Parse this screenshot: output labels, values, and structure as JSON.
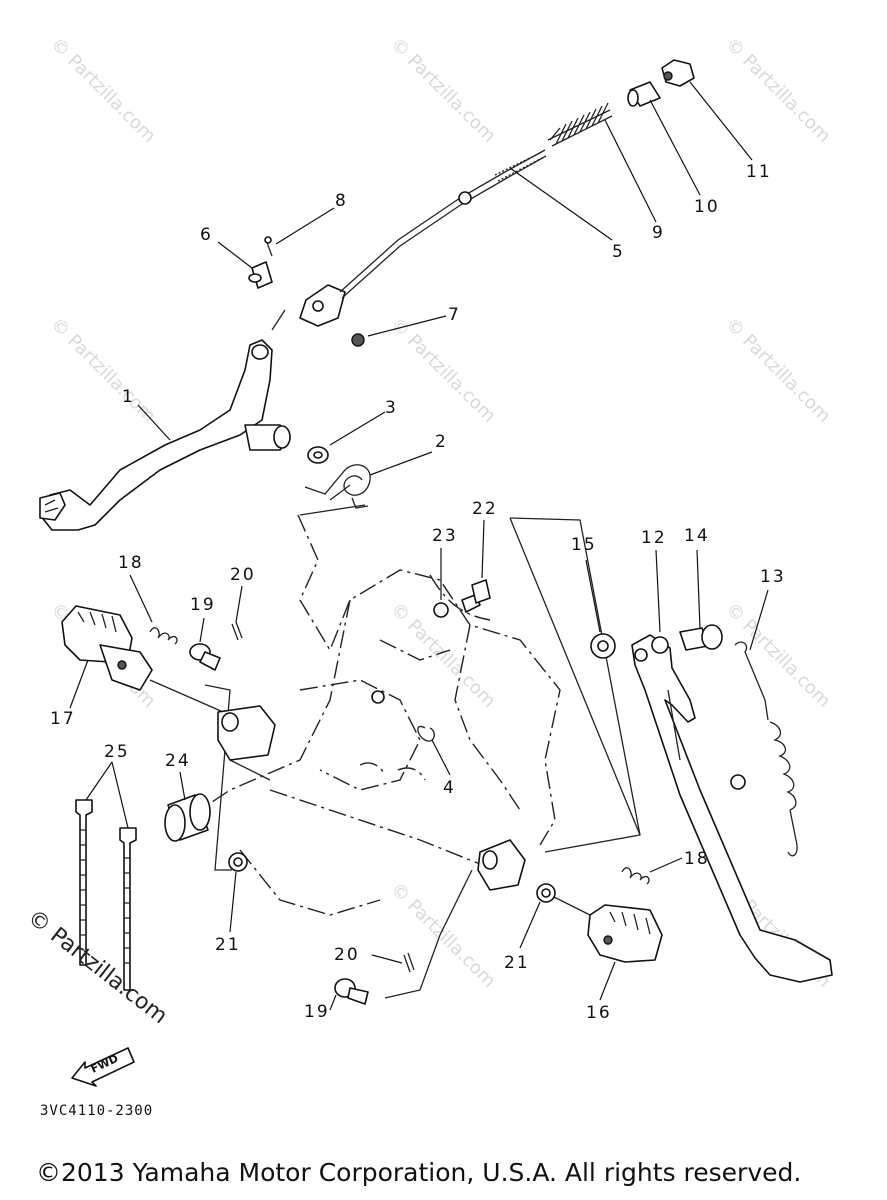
{
  "diagram": {
    "part_callouts": [
      "1",
      "2",
      "3",
      "4",
      "5",
      "6",
      "7",
      "8",
      "9",
      "10",
      "11",
      "12",
      "13",
      "14",
      "15",
      "16",
      "17",
      "18",
      "18",
      "19",
      "19",
      "20",
      "20",
      "21",
      "21",
      "22",
      "23",
      "24",
      "25"
    ],
    "fwd_label": "FWD",
    "diagram_code": "3VC4110-2300",
    "watermark": "© Partzilla.com",
    "copyright": "©2013 Yamaha Motor Corporation, U.S.A. All rights reserved."
  }
}
